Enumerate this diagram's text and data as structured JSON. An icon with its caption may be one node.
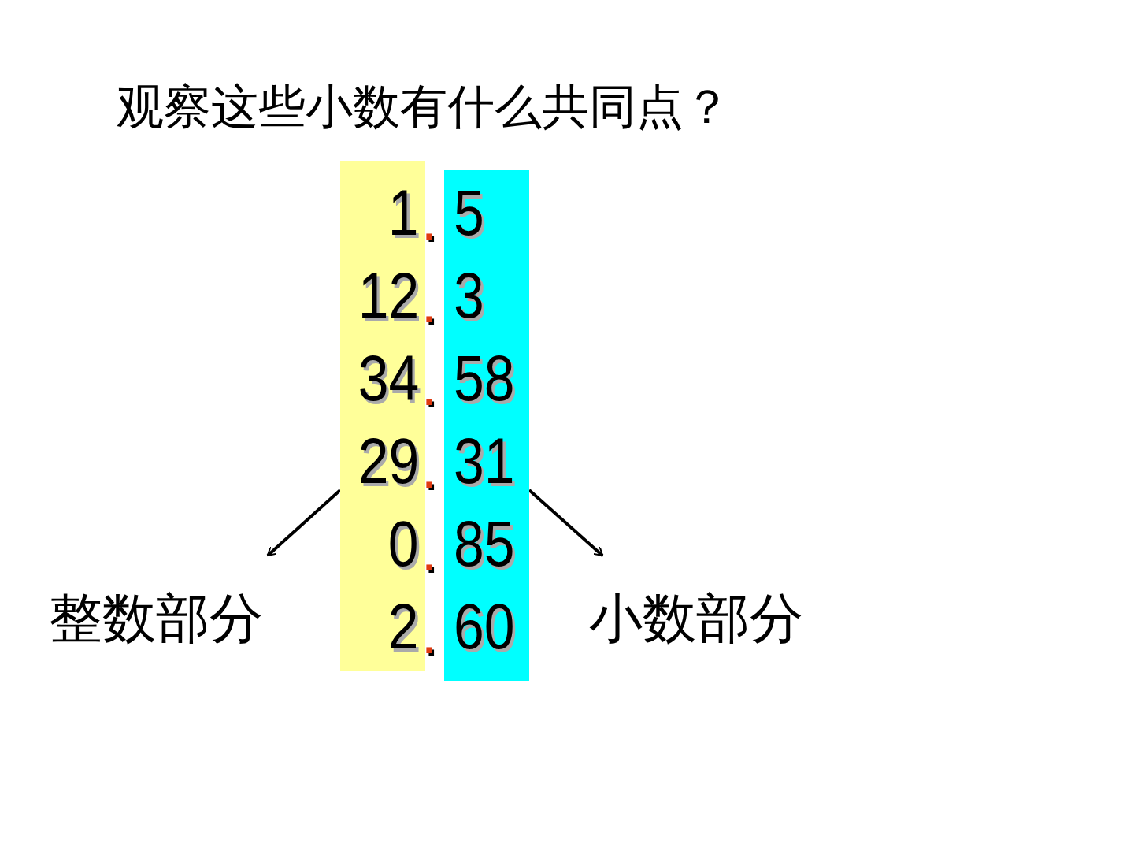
{
  "diagram": {
    "title": "观察这些小数有什么共同点？",
    "nodes": [
      {
        "text": [
          "1",
          "12",
          "34",
          "29",
          "0",
          "2"
        ]
      },
      {
        "text": [
          "5",
          "3",
          "58",
          "31",
          "85",
          "60"
        ]
      },
      {
        "text": [
          "整数部分"
        ]
      },
      {
        "text": [
          "小数部分"
        ]
      }
    ],
    "edges": [
      {
        "from": 0,
        "to": 2,
        "arrow": "to"
      },
      {
        "from": 1,
        "to": 3,
        "arrow": "to"
      }
    ],
    "labels": [
      ".",
      ".",
      ".",
      ".",
      ".",
      "."
    ]
  }
}
